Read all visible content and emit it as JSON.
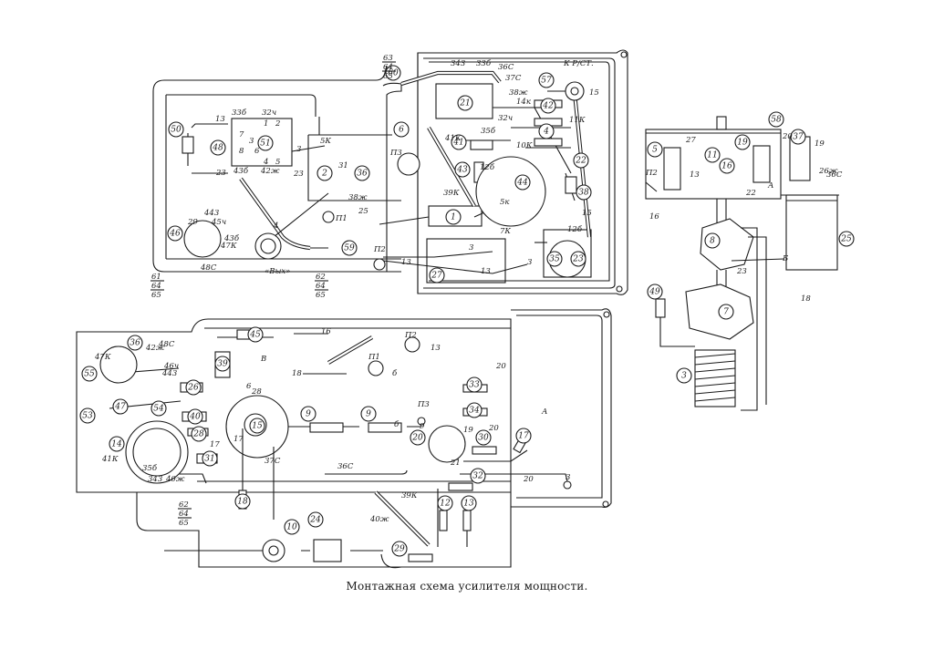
{
  "caption": "Монтажная схема усилителя мощности.",
  "top_chassis": {
    "labels": {
      "l_60": "60",
      "l_50": "50",
      "l_48": "48",
      "l_51": "51",
      "l_46": "46",
      "l_59": "59",
      "l_6": "6",
      "l_2": "2",
      "l_36": "36",
      "w_13": "13",
      "w_335": "33б",
      "w_32ch": "32ч",
      "w_23a": "23",
      "w_23b": "23",
      "w_43b": "43б",
      "w_42zh": "42ж",
      "w_3": "3",
      "w_5k": "5К",
      "w_31": "31",
      "w_38zh": "38ж",
      "w_25": "25",
      "w_4": "4",
      "w_443": "443",
      "w_45ch": "45ч",
      "w_29": "29",
      "w_43b2": "43б",
      "w_47k": "47К",
      "w_48c": "48С",
      "vyh": "«Вых»",
      "p1": "П1",
      "p2": "П2",
      "p3": "П3",
      "frac_top": [
        "63",
        "64",
        "65"
      ],
      "frac_61": [
        "61",
        "64",
        "65"
      ],
      "frac_62": [
        "62",
        "64",
        "65"
      ],
      "pin_7": "7",
      "pin_3": "3",
      "pin_8": "8",
      "pin_6": "6",
      "pin_4": "4",
      "pin_5": "5",
      "pin_1": "1",
      "pin_2": "2"
    }
  },
  "right_chassis": {
    "labels": {
      "l_21": "21",
      "l_57": "57",
      "l_42": "42",
      "l_4": "4",
      "l_41": "41",
      "l_43": "43",
      "l_44": "44",
      "l_22": "22",
      "l_38": "38",
      "l_1": "1",
      "l_27": "27",
      "l_35": "35",
      "l_23": "23",
      "w_343": "343",
      "w_335": "33б",
      "w_36c": "36С",
      "w_37c": "37С",
      "w_38zh": "38ж",
      "w_14k": "14к",
      "w_32ch": "32ч",
      "w_35b": "35б",
      "w_41k": "41К",
      "w_11k": "11К",
      "w_10k": "10К",
      "w_15a": "15",
      "w_15b": "15",
      "w_12b": "12б",
      "w_12b2": "12б",
      "w_39k": "39К",
      "w_7k": "7К",
      "w_3a": "3",
      "w_3b": "3",
      "w_13a": "13",
      "w_13b": "13",
      "w_5k": "5к",
      "k_rst": "К Р/СТ."
    }
  },
  "side_assembly": {
    "labels": {
      "l_58": "58",
      "l_5": "5",
      "l_19": "19",
      "l_11": "11",
      "l_16": "16",
      "l_37": "37",
      "l_8": "8",
      "l_25": "25",
      "l_49": "49",
      "l_7": "7",
      "l_3": "3",
      "w_27": "27",
      "w_20": "20",
      "w_19": "19",
      "w_26zh": "26ж",
      "w_36c": "36С",
      "w_13": "13",
      "w_22": "22",
      "w_a": "А",
      "w_p2": "П2",
      "w_16": "16",
      "w_23": "23",
      "w_b": "Б",
      "w_18": "18"
    }
  },
  "bottom_chassis": {
    "labels": {
      "l_36": "36",
      "l_55": "55",
      "l_53": "53",
      "l_47": "47",
      "l_54": "54",
      "l_45": "45",
      "l_39": "39",
      "l_26": "26",
      "l_40": "40",
      "l_28": "28",
      "l_31": "31",
      "l_14": "14",
      "l_15": "15",
      "l_9a": "9",
      "l_9b": "9",
      "l_18": "18",
      "l_10": "10",
      "l_24": "24",
      "l_29": "29",
      "l_12": "12",
      "l_13": "13",
      "l_33": "33",
      "l_34": "34",
      "l_30": "30",
      "l_32": "32",
      "l_20": "20",
      "l_17": "17",
      "w_42zh": "42ж",
      "w_48c": "48С",
      "w_47k": "47К",
      "w_46ch": "46ч",
      "w_443": "443",
      "w_6": "6",
      "w_16": "16",
      "w_18": "18",
      "w_28": "28",
      "w_b": "В",
      "w_17a": "17",
      "w_17b": "17",
      "w_37c": "37С",
      "w_36c": "36С",
      "w_41k": "41К",
      "w_35b": "35б",
      "w_343": "343",
      "w_40zh": "40ж",
      "w_39k": "39К",
      "w_40zh2": "40ж",
      "w_5a": "б",
      "w_5b": "б",
      "w_13": "13",
      "w_20a": "20",
      "w_20b": "20",
      "w_20c": "20",
      "w_19": "19",
      "w_21": "21",
      "w_9": "9",
      "w_a": "А",
      "w_3": "3",
      "p1": "П1",
      "p2": "П2",
      "p3": "П3",
      "frac_62": [
        "62",
        "64",
        "65"
      ]
    }
  }
}
